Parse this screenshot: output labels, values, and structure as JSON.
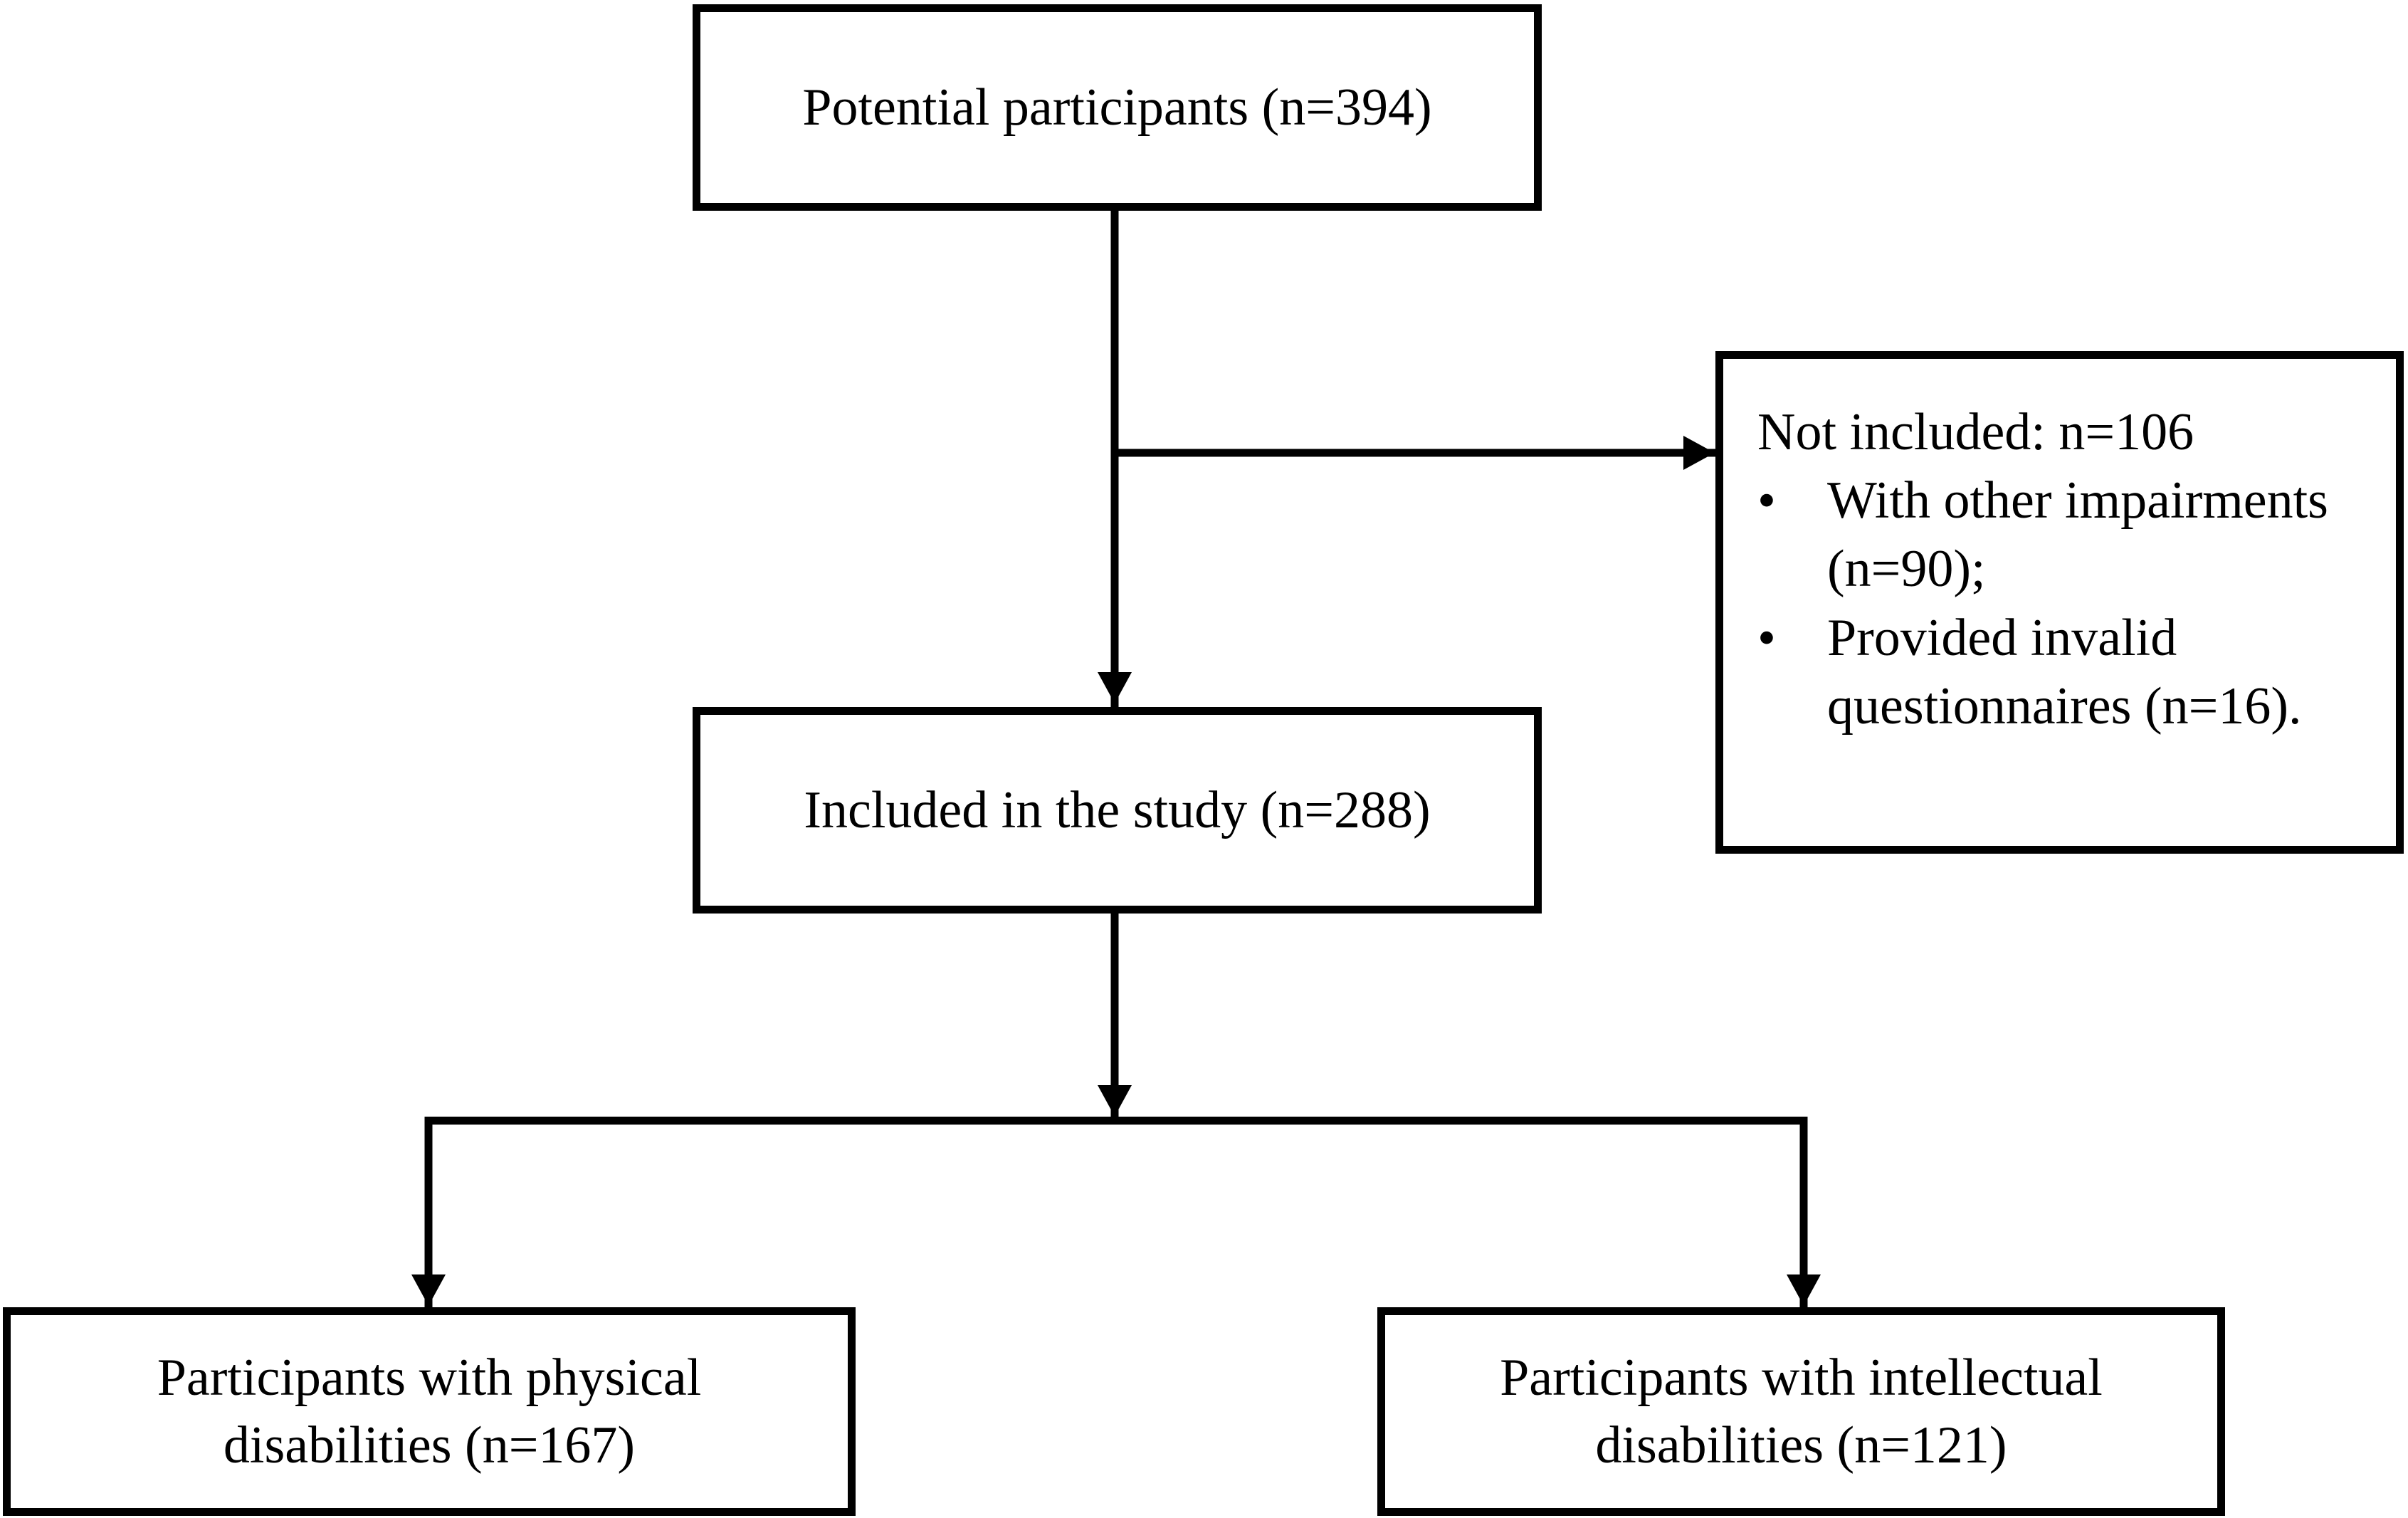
{
  "boxes": {
    "potential": "Potential participants (n=394)",
    "included": "Included in the study (n=288)",
    "physical": "Participants with physical disabilities (n=167)",
    "intellectual": "Participants with intellectual disabilities (n=121)"
  },
  "exclusion": {
    "heading": "Not included: n=106",
    "items": [
      "With other impairments (n=90);",
      "Provided invalid questionnaires (n=16)."
    ]
  }
}
